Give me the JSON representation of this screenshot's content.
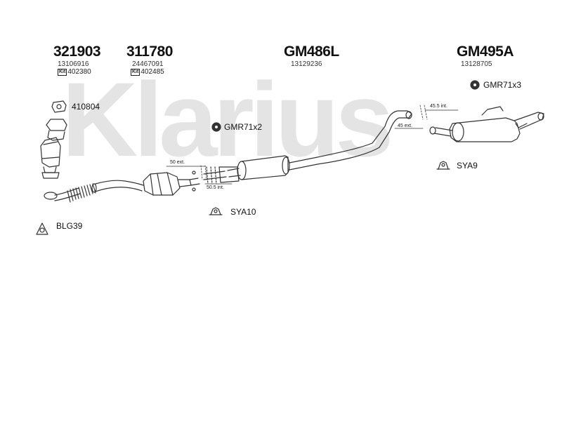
{
  "watermark": "Klarius",
  "sections": [
    {
      "part": "321903",
      "oem": "13106916",
      "kit_icon": "Kit",
      "kit": "402380"
    },
    {
      "part": "311780",
      "oem": "24467091",
      "kit_icon": "Kit",
      "kit": "402485"
    },
    {
      "part": "GM486L",
      "oem": "13129236"
    },
    {
      "part": "GM495A",
      "oem": "13128705"
    }
  ],
  "accessories": {
    "a410804": {
      "label": "410804",
      "icon": "gasket-icon"
    },
    "gmr_x2": {
      "label": "GMR71x2",
      "icon": "rubber-mount-icon"
    },
    "gmr_x3": {
      "label": "GMR71x3",
      "icon": "rubber-mount-icon"
    },
    "sya10": {
      "label": "SYA10",
      "icon": "clamp-icon"
    },
    "sya9": {
      "label": "SYA9",
      "icon": "clamp-icon"
    },
    "blg39": {
      "label": "BLG39",
      "icon": "flange-gasket-icon"
    }
  },
  "dimensions": {
    "d50ext": "50 ext.",
    "d505int": "50.5 int.",
    "d455int": "45.5 int.",
    "d45ext": "45 ext."
  },
  "colors": {
    "line": "#333333",
    "watermark": "#e4e4e4",
    "fill": "#ffffff"
  }
}
